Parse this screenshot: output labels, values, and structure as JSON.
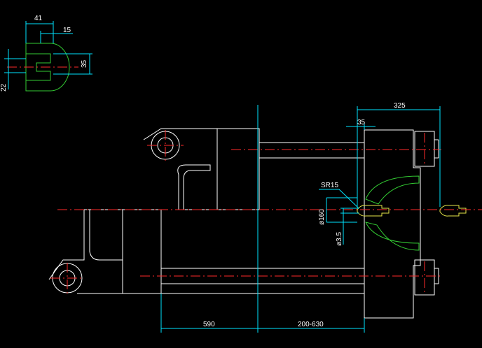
{
  "colors": {
    "background": "#000000",
    "outline": "#ffffff",
    "dimension": "#00e5ff",
    "centerline": "#ff2a2a",
    "hatch": "#33cc33",
    "nozzle": "#e8e84a"
  },
  "dimensions": {
    "detail_width": "41",
    "detail_slot": "15",
    "detail_height": "35",
    "detail_offset": "22",
    "stroke_total": "325",
    "nozzle_projection": "35",
    "sphere_radius": "SR15",
    "bore_dia": "ø160",
    "nozzle_dia": "ø3.5",
    "platen_distance": "590",
    "mould_height_range": "200-630"
  }
}
